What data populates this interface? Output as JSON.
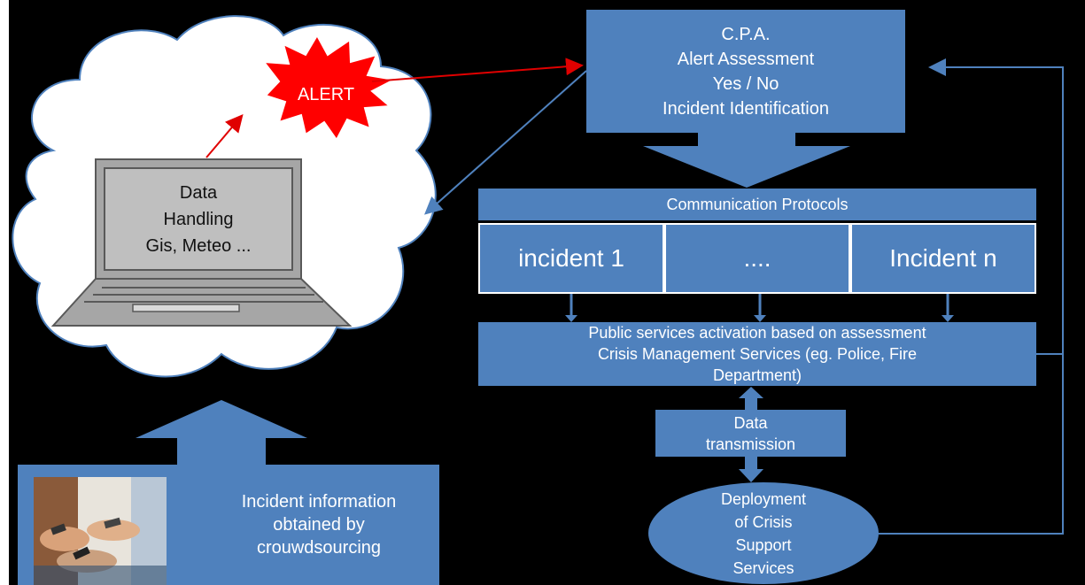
{
  "cpa": {
    "lines": [
      "C.P.A.",
      "Alert Assessment",
      "Yes / No",
      "Incident Identification"
    ]
  },
  "alert": {
    "label": "ALERT"
  },
  "laptop": {
    "lines": [
      "Data",
      "Handling",
      "Gis, Meteo ..."
    ]
  },
  "communication": {
    "header": "Communication Protocols",
    "incidents": [
      "incident 1",
      "....",
      "Incident n"
    ]
  },
  "public_services": {
    "lines": [
      "Public services activation based on assessment",
      "Crisis Management Services (eg. Police, Fire",
      "Department)"
    ]
  },
  "data_transmission": {
    "lines": [
      "Data",
      "transmission"
    ]
  },
  "deployment": {
    "lines": [
      "Deployment",
      "of Crisis",
      "Support",
      "Services"
    ]
  },
  "crowdsourcing": {
    "lines": [
      "Incident information",
      "obtained by",
      "crouwdsourcing"
    ]
  },
  "colors": {
    "background": "#000000",
    "box": "#4f81bd",
    "alert": "#ff0000",
    "connector": "#4f81bd",
    "red_arrow": "#e00000"
  }
}
